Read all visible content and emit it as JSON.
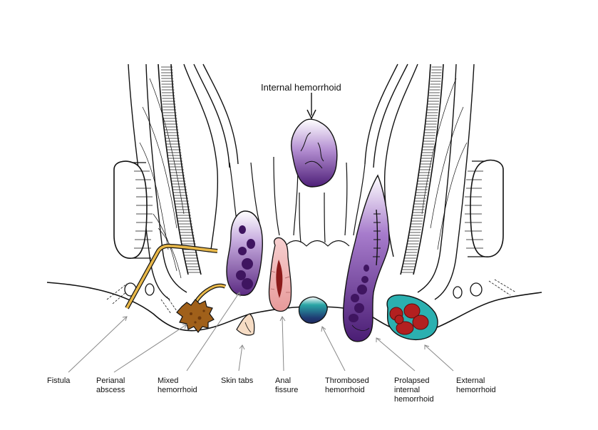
{
  "diagram": {
    "top_label": "Internal hemorrhoid",
    "labels": {
      "fistula": [
        "Fistula"
      ],
      "perianal_abscess": [
        "Perianal",
        "abscess"
      ],
      "mixed_hemorrhoid": [
        "Mixed",
        "hemorrhoid"
      ],
      "skin_tabs": [
        "Skin tabs"
      ],
      "anal_fissure": [
        "Anal",
        "fissure"
      ],
      "thrombosed_hemorrhoid": [
        "Thrombosed",
        "hemorrhoid"
      ],
      "prolapsed_internal_hemorrhoid": [
        "Prolapsed",
        "internal",
        "hemorrhoid"
      ],
      "external_hemorrhoid": [
        "External",
        "hemorrhoid"
      ]
    },
    "colors": {
      "outline": "#111111",
      "purple_dark": "#5b2a82",
      "purple_mid": "#8a5bb5",
      "purple_light": "#e9e0f2",
      "fistula_gold": "#e8b84a",
      "abscess_brown": "#a0601a",
      "fissure_pink": "#f2b8b8",
      "fissure_red": "#8b1a1a",
      "thrombus_teal": "#2aa6a6",
      "thrombus_navy": "#1f3b73",
      "clot_red": "#b32020",
      "skin_tab": "#f6dcc4",
      "pointer_gray": "#888888"
    }
  }
}
